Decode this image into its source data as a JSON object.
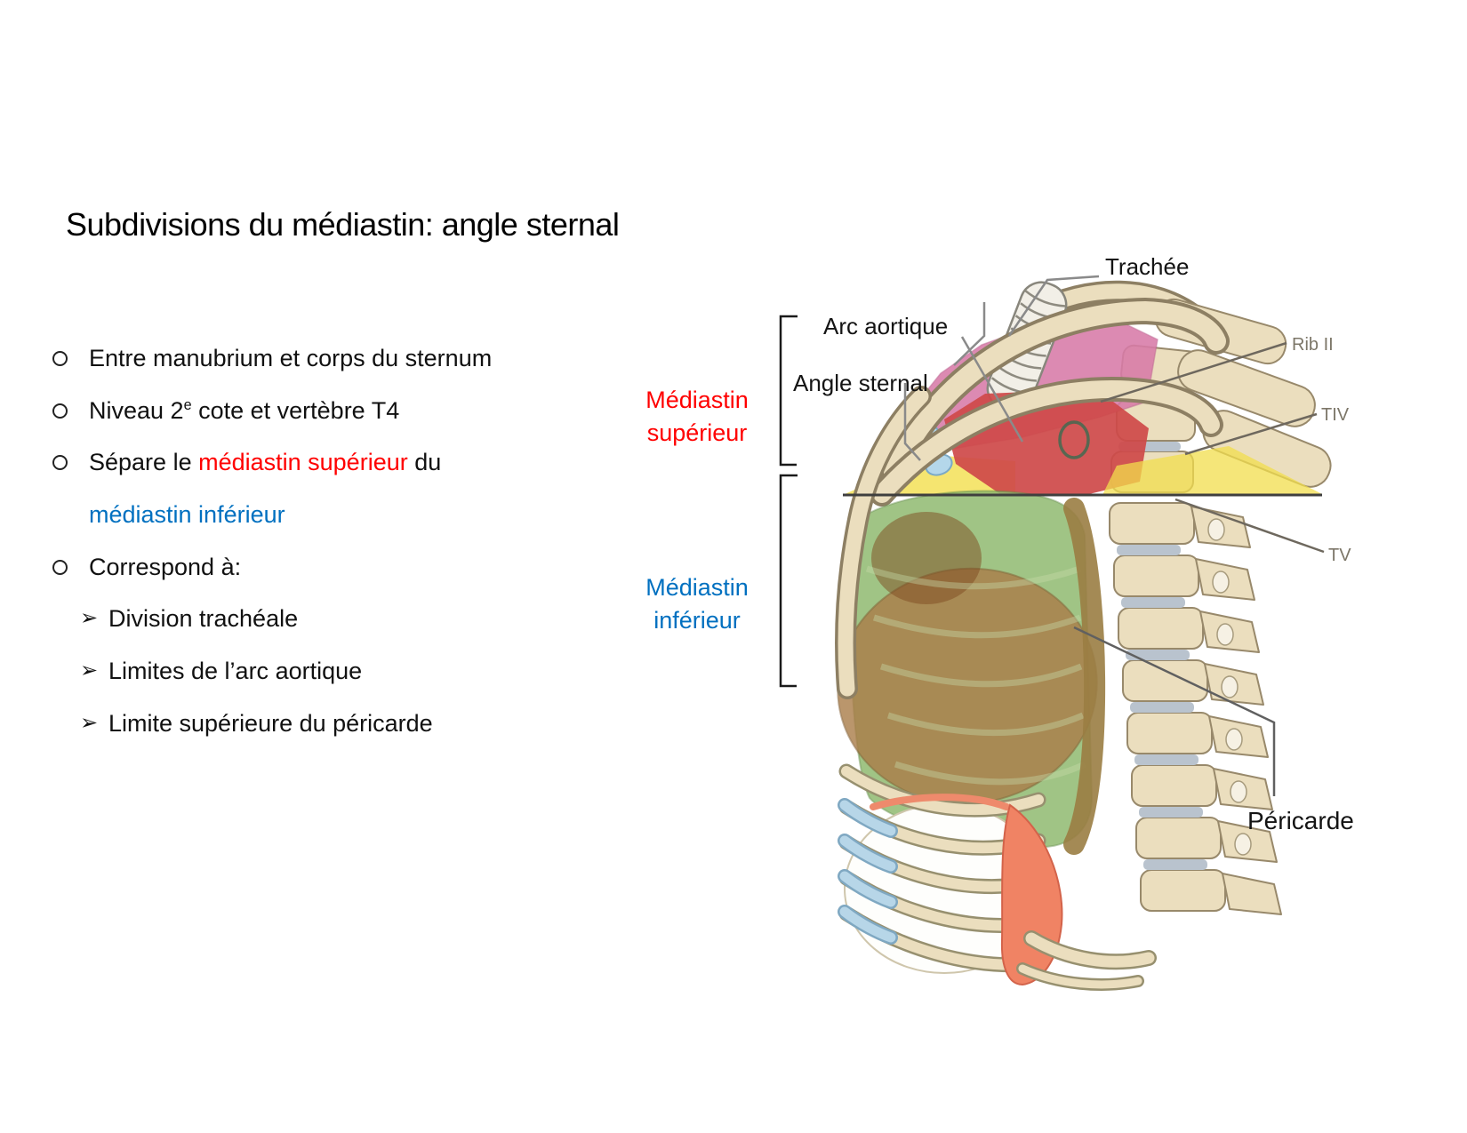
{
  "title": "Subdivisions du médiastin: angle sternal",
  "colors": {
    "accent_red": "#FF0000",
    "accent_blue": "#0070C0",
    "plane_yellow": "#F2DE4C",
    "mediastinum_green": "#90BA70",
    "aorta_red": "#CE4949",
    "superior_pink": "#D87BA8",
    "bone_tan": "#EBDEBE",
    "diaphragm_salmon": "#F08364",
    "cartilage_blue": "#B4D7EA"
  },
  "bullets": {
    "arrow_glyph": "➢",
    "items": [
      {
        "marker": "circle",
        "indent": 0,
        "segments": [
          {
            "text": "Entre manubrium et corps du sternum"
          }
        ]
      },
      {
        "marker": "circle",
        "indent": 0,
        "segments": [
          {
            "text": "Niveau 2"
          },
          {
            "text": "e",
            "sup": true
          },
          {
            "text": " cote et vertèbre T4"
          }
        ]
      },
      {
        "marker": "circle",
        "indent": 0,
        "segments": [
          {
            "text": "Sépare le "
          },
          {
            "text": "médiastin supérieur",
            "color": "red"
          },
          {
            "text": " du"
          }
        ]
      },
      {
        "marker": "none",
        "indent": 0,
        "segments": [
          {
            "text": "médiastin inférieur",
            "color": "blue"
          }
        ]
      },
      {
        "marker": "circle",
        "indent": 0,
        "segments": [
          {
            "text": "Correspond à:"
          }
        ]
      },
      {
        "marker": "arrow",
        "indent": 1,
        "segments": [
          {
            "text": "Division trachéale"
          }
        ]
      },
      {
        "marker": "arrow",
        "indent": 1,
        "segments": [
          {
            "text": "Limites de l’arc aortique"
          }
        ]
      },
      {
        "marker": "arrow",
        "indent": 1,
        "segments": [
          {
            "text": "Limite supérieure du péricarde"
          }
        ]
      }
    ]
  },
  "figure": {
    "labels": {
      "trachee": "Trachée",
      "arc_aortique": "Arc aortique",
      "angle_sternal": "Angle sternal",
      "mediastin_superieur": [
        "Médiastin",
        "supérieur"
      ],
      "mediastin_inferieur": [
        "Médiastin",
        "inférieur"
      ],
      "rib_ii": "Rib II",
      "tiv": "TIV",
      "tv": "TV",
      "pericarde": "Péricarde"
    }
  }
}
